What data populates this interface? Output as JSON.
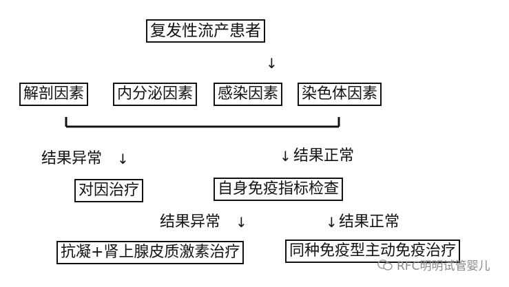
{
  "nodes": {
    "root": "复发性流产患者",
    "factors": [
      "解剖因素",
      "内分泌因素",
      "感染因素",
      "染色体因素"
    ],
    "cause_treatment": "对因治疗",
    "immune_check": "自身免疫指标检查",
    "anticoag": "抗凝+肾上腺皮质激素治疗",
    "active_immuno": "同种免疫型主动免疫治疗"
  },
  "edge_labels": {
    "abnormal": "结果异常",
    "normal": "结果正常"
  },
  "arrow_glyph": "↓",
  "watermark": "RFC明明试管婴儿"
}
